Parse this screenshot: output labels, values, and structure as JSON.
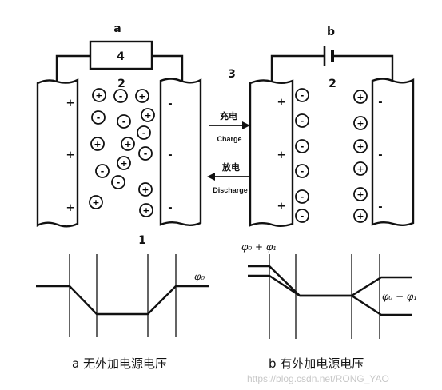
{
  "labels": {
    "a": "a",
    "b": "b",
    "four": "4",
    "two_left": "2",
    "two_right": "2",
    "three": "3",
    "one": "1"
  },
  "arrows": {
    "charge_cn": "充电",
    "charge_en": "Charge",
    "discharge_cn": "放电",
    "discharge_en": "Discharge"
  },
  "potentials": {
    "phi0": "φ₀",
    "phi0_plus_phi1": "φ₀ + φ₁",
    "phi0_minus_phi1": "φ₀ − φ₁"
  },
  "signs": {
    "plus": "+",
    "minus": "-"
  },
  "captions": {
    "left": "a 无外加电源电压",
    "right": "b  有外加电源电压"
  },
  "watermark": "https://blog.csdn.net/RONG_YAO"
}
